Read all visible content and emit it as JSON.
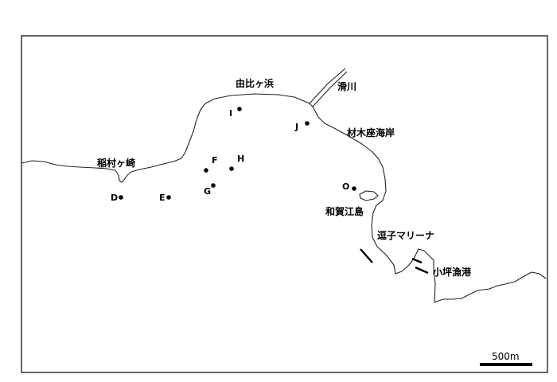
{
  "places": {
    "yuigahama": "由比ヶ浜",
    "namerikawa": "滑川",
    "zaimokuza": "材木座海岸",
    "inamuragasaki": "稲村ヶ崎",
    "wakaejima": "和賀江島",
    "zushi_marina": "逗子マリーナ",
    "kotsubo": "小坪漁港"
  },
  "points": {
    "D": "D",
    "E": "E",
    "F": "F",
    "G": "G",
    "H": "H",
    "I": "I",
    "J": "J",
    "O": "O"
  },
  "scale": {
    "label": "500m"
  },
  "colors": {
    "line": "#000000",
    "background": "#ffffff"
  }
}
